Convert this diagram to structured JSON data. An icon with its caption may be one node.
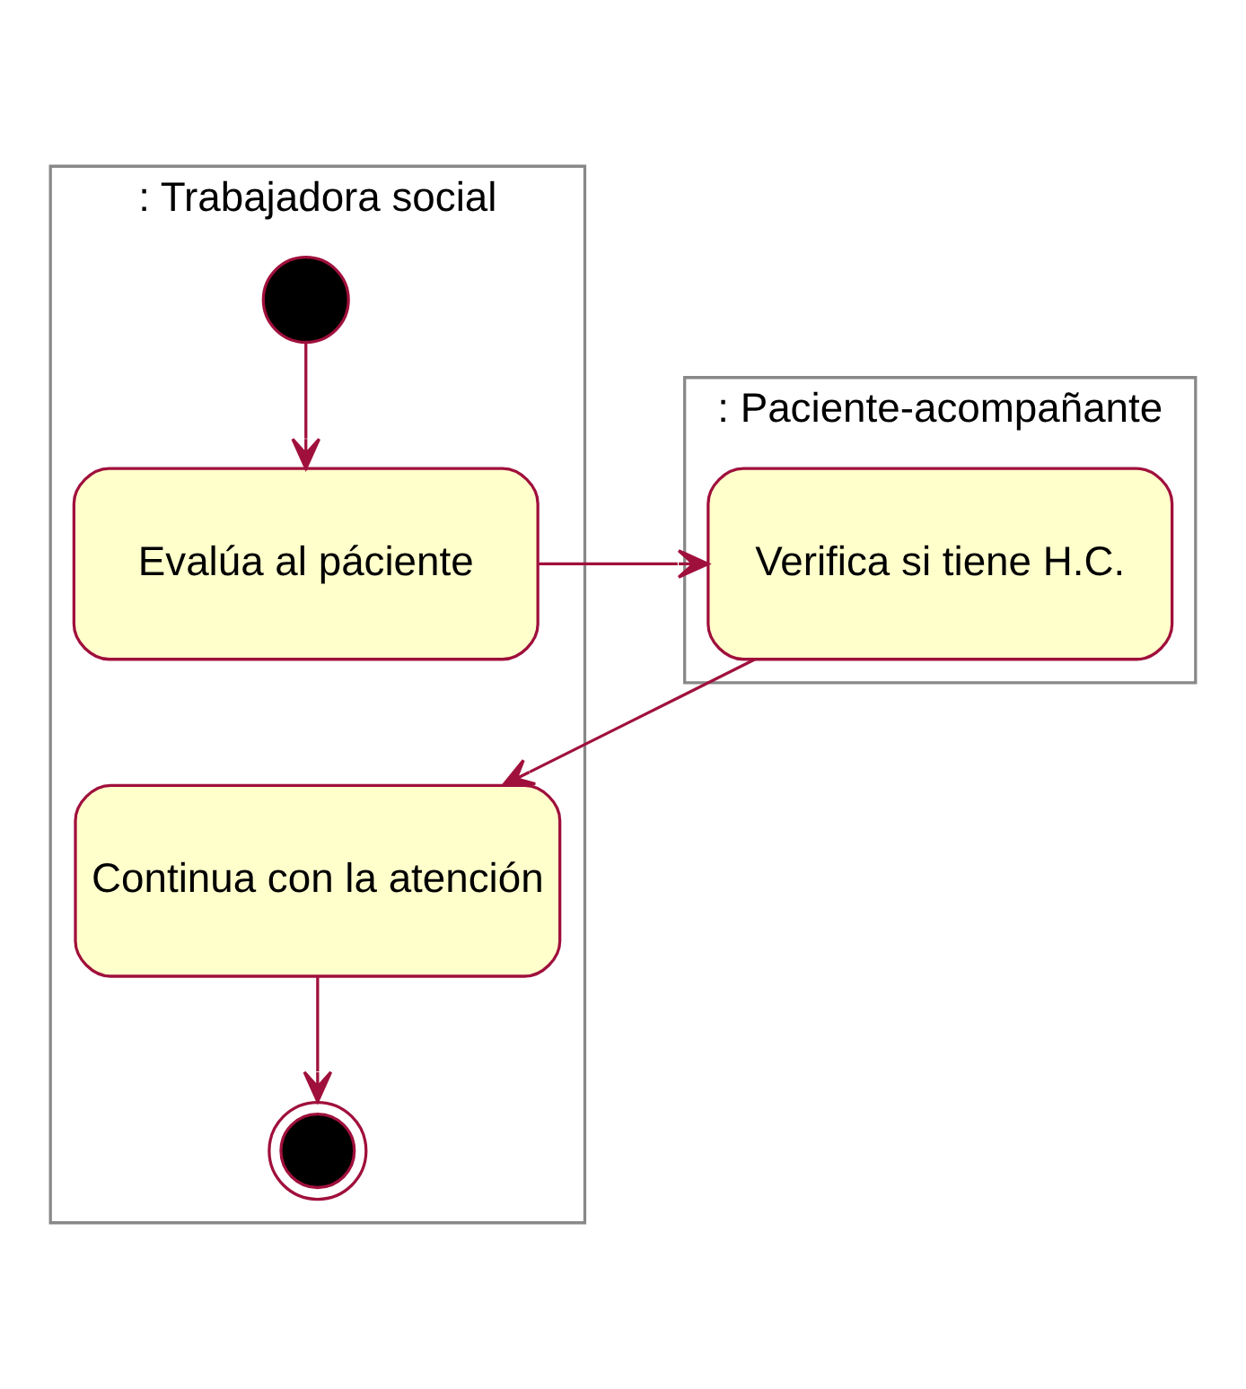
{
  "diagram": {
    "nodes": [
      {
        "text": [
          ": Trabajadora social"
        ]
      },
      {
        "text": [
          ": Paciente-acompañante"
        ]
      },
      {
        "text": [],
        "shape": "circle",
        "in": 0
      },
      {
        "text": [
          "Evalúa al páciente"
        ],
        "in": 0
      },
      {
        "text": [
          "Verifica si tiene H.C."
        ],
        "in": 1
      },
      {
        "text": [
          "Continua con la atención"
        ],
        "in": 0
      },
      {
        "text": [],
        "shape": "circle",
        "in": 0
      }
    ],
    "edges": [
      {
        "from": 2,
        "to": 3,
        "arrow": "to"
      },
      {
        "from": 3,
        "to": 4,
        "arrow": "to"
      },
      {
        "from": 4,
        "to": 5,
        "arrow": "to"
      },
      {
        "from": 5,
        "to": 6,
        "arrow": "to"
      }
    ]
  }
}
